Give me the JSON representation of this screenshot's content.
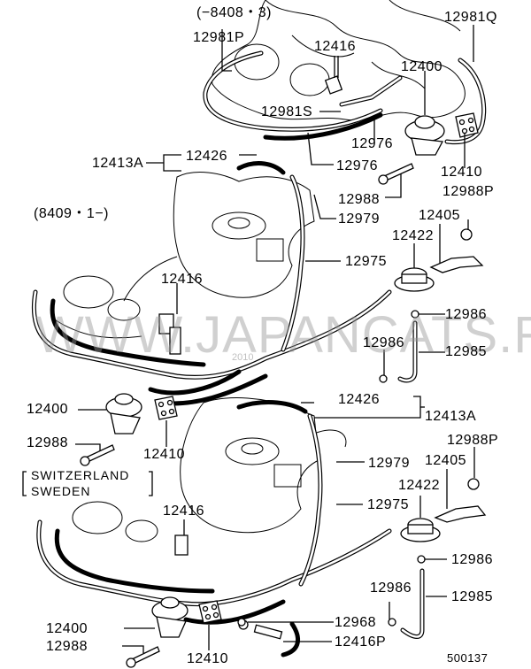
{
  "diagram": {
    "watermark": "WWW.JAPANCATS.RU",
    "watermark_sub": "2010",
    "figure_id": "500137",
    "sections": [
      {
        "range": "(−8408・3)",
        "callouts": [
          "12981P",
          "12416",
          "12981Q",
          "12400",
          "12981S",
          "12976",
          "12976",
          "12410",
          "12988"
        ]
      },
      {
        "range": "(8409・1−)",
        "callouts": [
          "12413A",
          "12426",
          "12979",
          "12988P",
          "12405",
          "12422",
          "12975",
          "12416",
          "12986",
          "12986",
          "12985",
          "12400",
          "12410",
          "12988"
        ]
      },
      {
        "note_lines": [
          "SWITZERLAND",
          "SWEDEN"
        ],
        "callouts": [
          "12426",
          "12413A",
          "12979",
          "12988P",
          "12405",
          "12422",
          "12975",
          "12416",
          "12986",
          "12986",
          "12985",
          "12968",
          "12416P",
          "12400",
          "12410",
          "12988"
        ]
      }
    ]
  },
  "labels": {
    "range_top": "(−8408・3)",
    "range_mid": "(8409・1−)",
    "note_line1": "SWITZERLAND",
    "note_line2": "SWEDEN",
    "t_12981P": "12981P",
    "t_12416": "12416",
    "t_12981Q": "12981Q",
    "t_12400": "12400",
    "t_12981S": "12981S",
    "t_12976a": "12976",
    "t_12976b": "12976",
    "t_12410": "12410",
    "t_12988": "12988",
    "t_12413A": "12413A",
    "t_12426": "12426",
    "t_12979": "12979",
    "t_12988P": "12988P",
    "t_12405": "12405",
    "t_12422": "12422",
    "t_12975": "12975",
    "m_12416": "12416",
    "m_12986a": "12986",
    "m_12986b": "12986",
    "m_12985": "12985",
    "m_12400": "12400",
    "m_12988": "12988",
    "m_12410": "12410",
    "b_12426": "12426",
    "b_12413A": "12413A",
    "b_12979": "12979",
    "b_12988P": "12988P",
    "b_12405": "12405",
    "b_12422": "12422",
    "b_12975": "12975",
    "b_12416": "12416",
    "b_12986a": "12986",
    "b_12986b": "12986",
    "b_12985": "12985",
    "b_12968": "12968",
    "b_12416P": "12416P",
    "b_12400": "12400",
    "b_12988": "12988",
    "b_12410": "12410",
    "figure_id": "500137",
    "watermark": "WWW.JAPANCATS.RU",
    "watermark_sub": "2010"
  }
}
